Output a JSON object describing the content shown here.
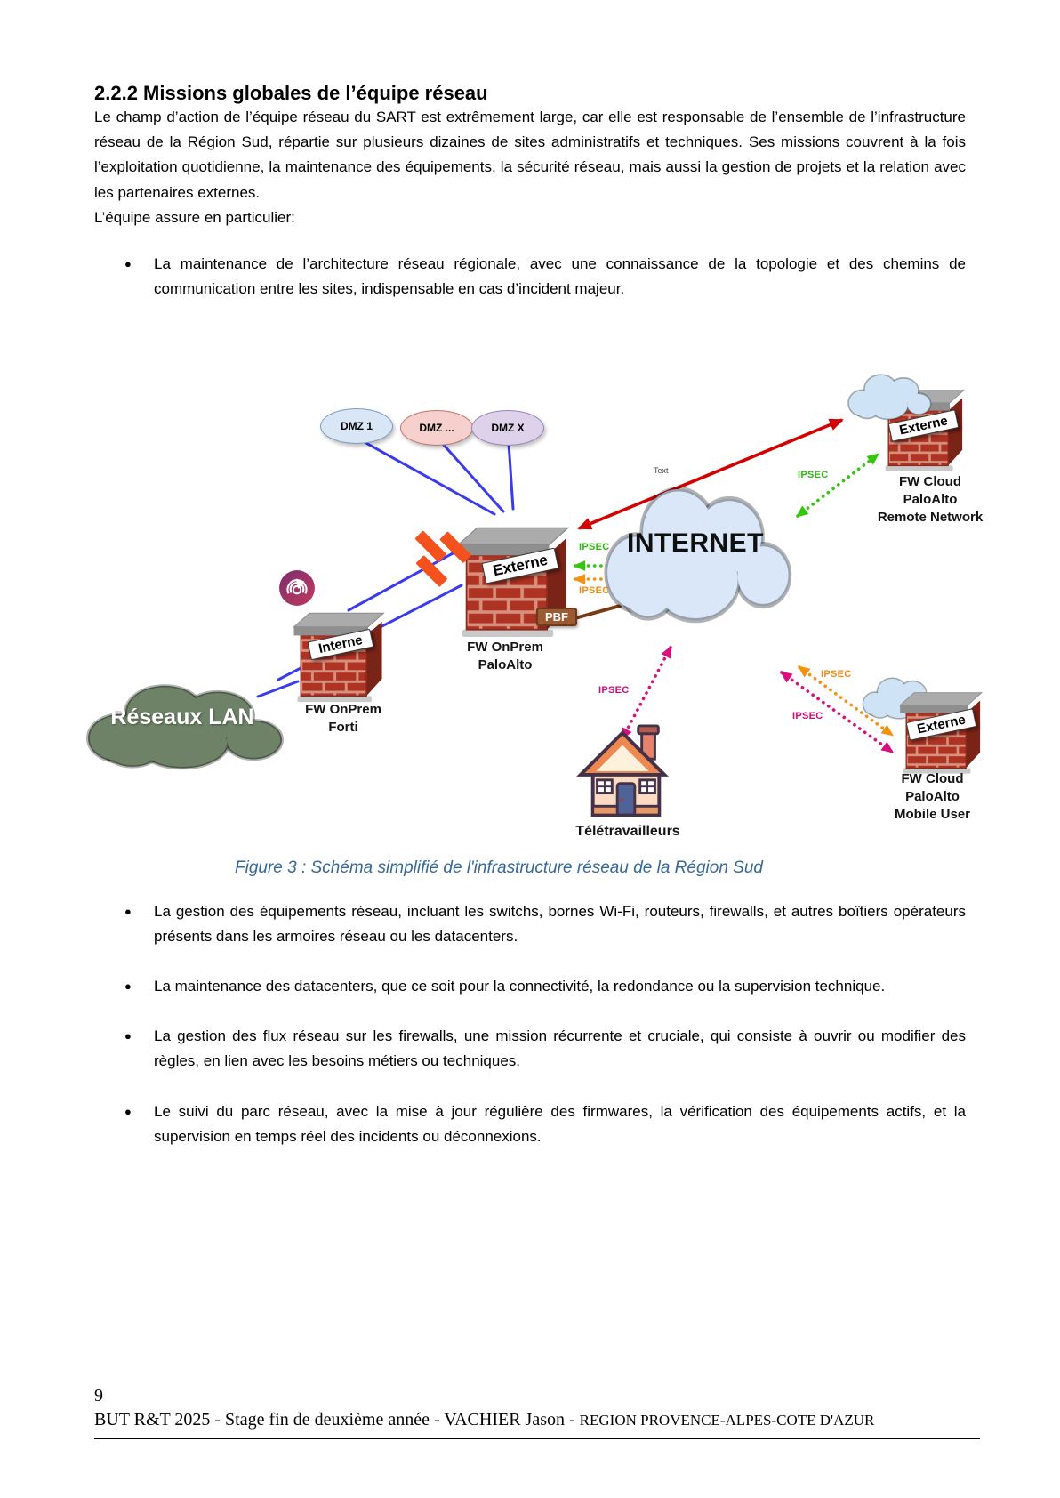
{
  "page": {
    "heading": "2.2.2 Missions globales de l’équipe réseau",
    "paragraph1": "Le champ d’action de l’équipe réseau du SART est extrêmement large, car elle est responsable de l’ensemble de l’infrastructure réseau de la Région Sud, répartie sur plusieurs dizaines de sites administratifs et techniques. Ses missions couvrent à la fois l’exploitation quotidienne, la maintenance des équipements, la sécurité réseau, mais aussi la gestion de projets et la relation avec les partenaires externes.",
    "intro": "L’équipe assure en particulier:",
    "bullet_glyph": "●",
    "bullets_before": [
      "La maintenance de l’architecture réseau régionale, avec une connaissance de la topologie et des chemins de communication entre les sites, indispensable en cas d’incident majeur."
    ],
    "bullets_after": [
      "La gestion des équipements réseau, incluant les switchs, bornes Wi-Fi, routeurs, firewalls, et autres boîtiers opérateurs présents dans les armoires réseau ou les datacenters.",
      "La maintenance des datacenters, que ce soit pour la connectivité, la redondance ou la supervision technique.",
      "La gestion des flux réseau sur les firewalls, une mission récurrente et cruciale, qui consiste à ouvrir ou modifier des règles, en lien avec les besoins métiers ou techniques.",
      "Le suivi du parc réseau, avec la mise à jour régulière des firmwares, la vérification des équipements actifs, et la supervision en temps réel des incidents ou déconnexions."
    ],
    "caption": "Figure 3 : Schéma simplifié de l'infrastructure réseau de la Région Sud",
    "footer": {
      "page_number": "9",
      "text": "BUT R&T 2025 - Stage fin de deuxième année - VACHIER Jason - ",
      "org": "REGION PROVENCE-ALPES-COTE D'AZUR"
    }
  },
  "diagram": {
    "dmz": [
      "DMZ 1",
      "DMZ ...",
      "DMZ X"
    ],
    "internet": "INTERNET",
    "internet_note": "Text",
    "ipsec": "IPSEC",
    "pbf": "PBF",
    "externe": "Externe",
    "interne": "Interne",
    "lan": "Réseaux LAN",
    "teleworkers": "Télétravailleurs",
    "fw_onprem_paloalto": {
      "l1": "FW OnPrem",
      "l2": "PaloAlto"
    },
    "fw_onprem_forti": {
      "l1": "FW OnPrem",
      "l2": "Forti"
    },
    "fw_cloud_remote": {
      "l1": "FW Cloud",
      "l2": "PaloAlto",
      "l3": "Remote Network"
    },
    "fw_cloud_mobile": {
      "l1": "FW Cloud",
      "l2": "PaloAlto",
      "l3": "Mobile User"
    },
    "colors": {
      "red": "#d40000",
      "green": "#35c410",
      "orange": "#f49110",
      "magenta": "#d80f7e",
      "brown": "#7b3a10",
      "blue": "#3a3aef"
    }
  }
}
